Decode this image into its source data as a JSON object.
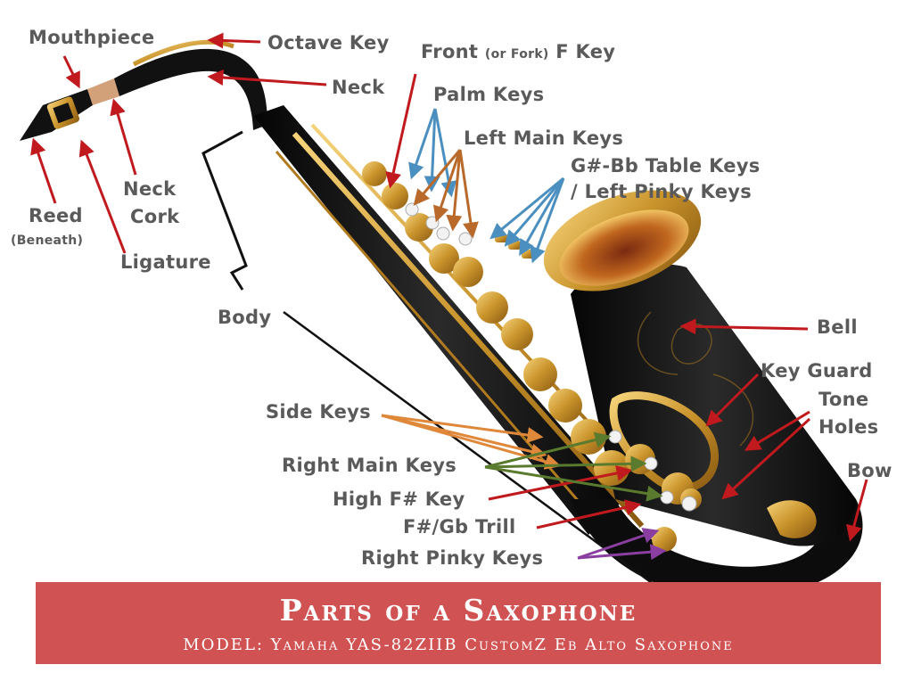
{
  "labels": {
    "mouthpiece": "Mouthpiece",
    "octave_key": "Octave Key",
    "front_f_key_a": "Front",
    "front_f_key_b": "(or Fork)",
    "front_f_key_c": "F Key",
    "neck": "Neck",
    "palm_keys": "Palm Keys",
    "left_main_keys": "Left Main Keys",
    "g_sharp_bb_line1": "G#-Bb Table Keys",
    "g_sharp_bb_line2": "/ Left Pinky Keys",
    "neck_cork_line1": "Neck",
    "neck_cork_line2": "Cork",
    "reed": "Reed",
    "reed_note": "(Beneath)",
    "ligature": "Ligature",
    "body": "Body",
    "bell": "Bell",
    "key_guard": "Key Guard",
    "tone_holes_line1": "Tone",
    "tone_holes_line2": "Holes",
    "side_keys": "Side Keys",
    "right_main_keys": "Right Main Keys",
    "high_f_sharp_key": "High F# Key",
    "f_sharp_gb_trill": "F#/Gb Trill",
    "bow": "Bow",
    "right_pinky_keys": "Right Pinky Keys"
  },
  "banner": {
    "title": "Parts of a Saxophone",
    "subtitle": "MODEL: Yamaha YAS-82ZIIB CustomZ Eb Alto Saxophone"
  },
  "colors": {
    "label_text": "#5a5a5a",
    "arrow_red": "#c0191e",
    "arrow_blue": "#4a8fbf",
    "arrow_brown": "#b9692a",
    "arrow_orange": "#e0883a",
    "arrow_green": "#5a7a2e",
    "arrow_purple": "#8a3fa0",
    "banner_bg": "#d05252",
    "sax_black": "#151515",
    "sax_gold": "#c9932b"
  }
}
